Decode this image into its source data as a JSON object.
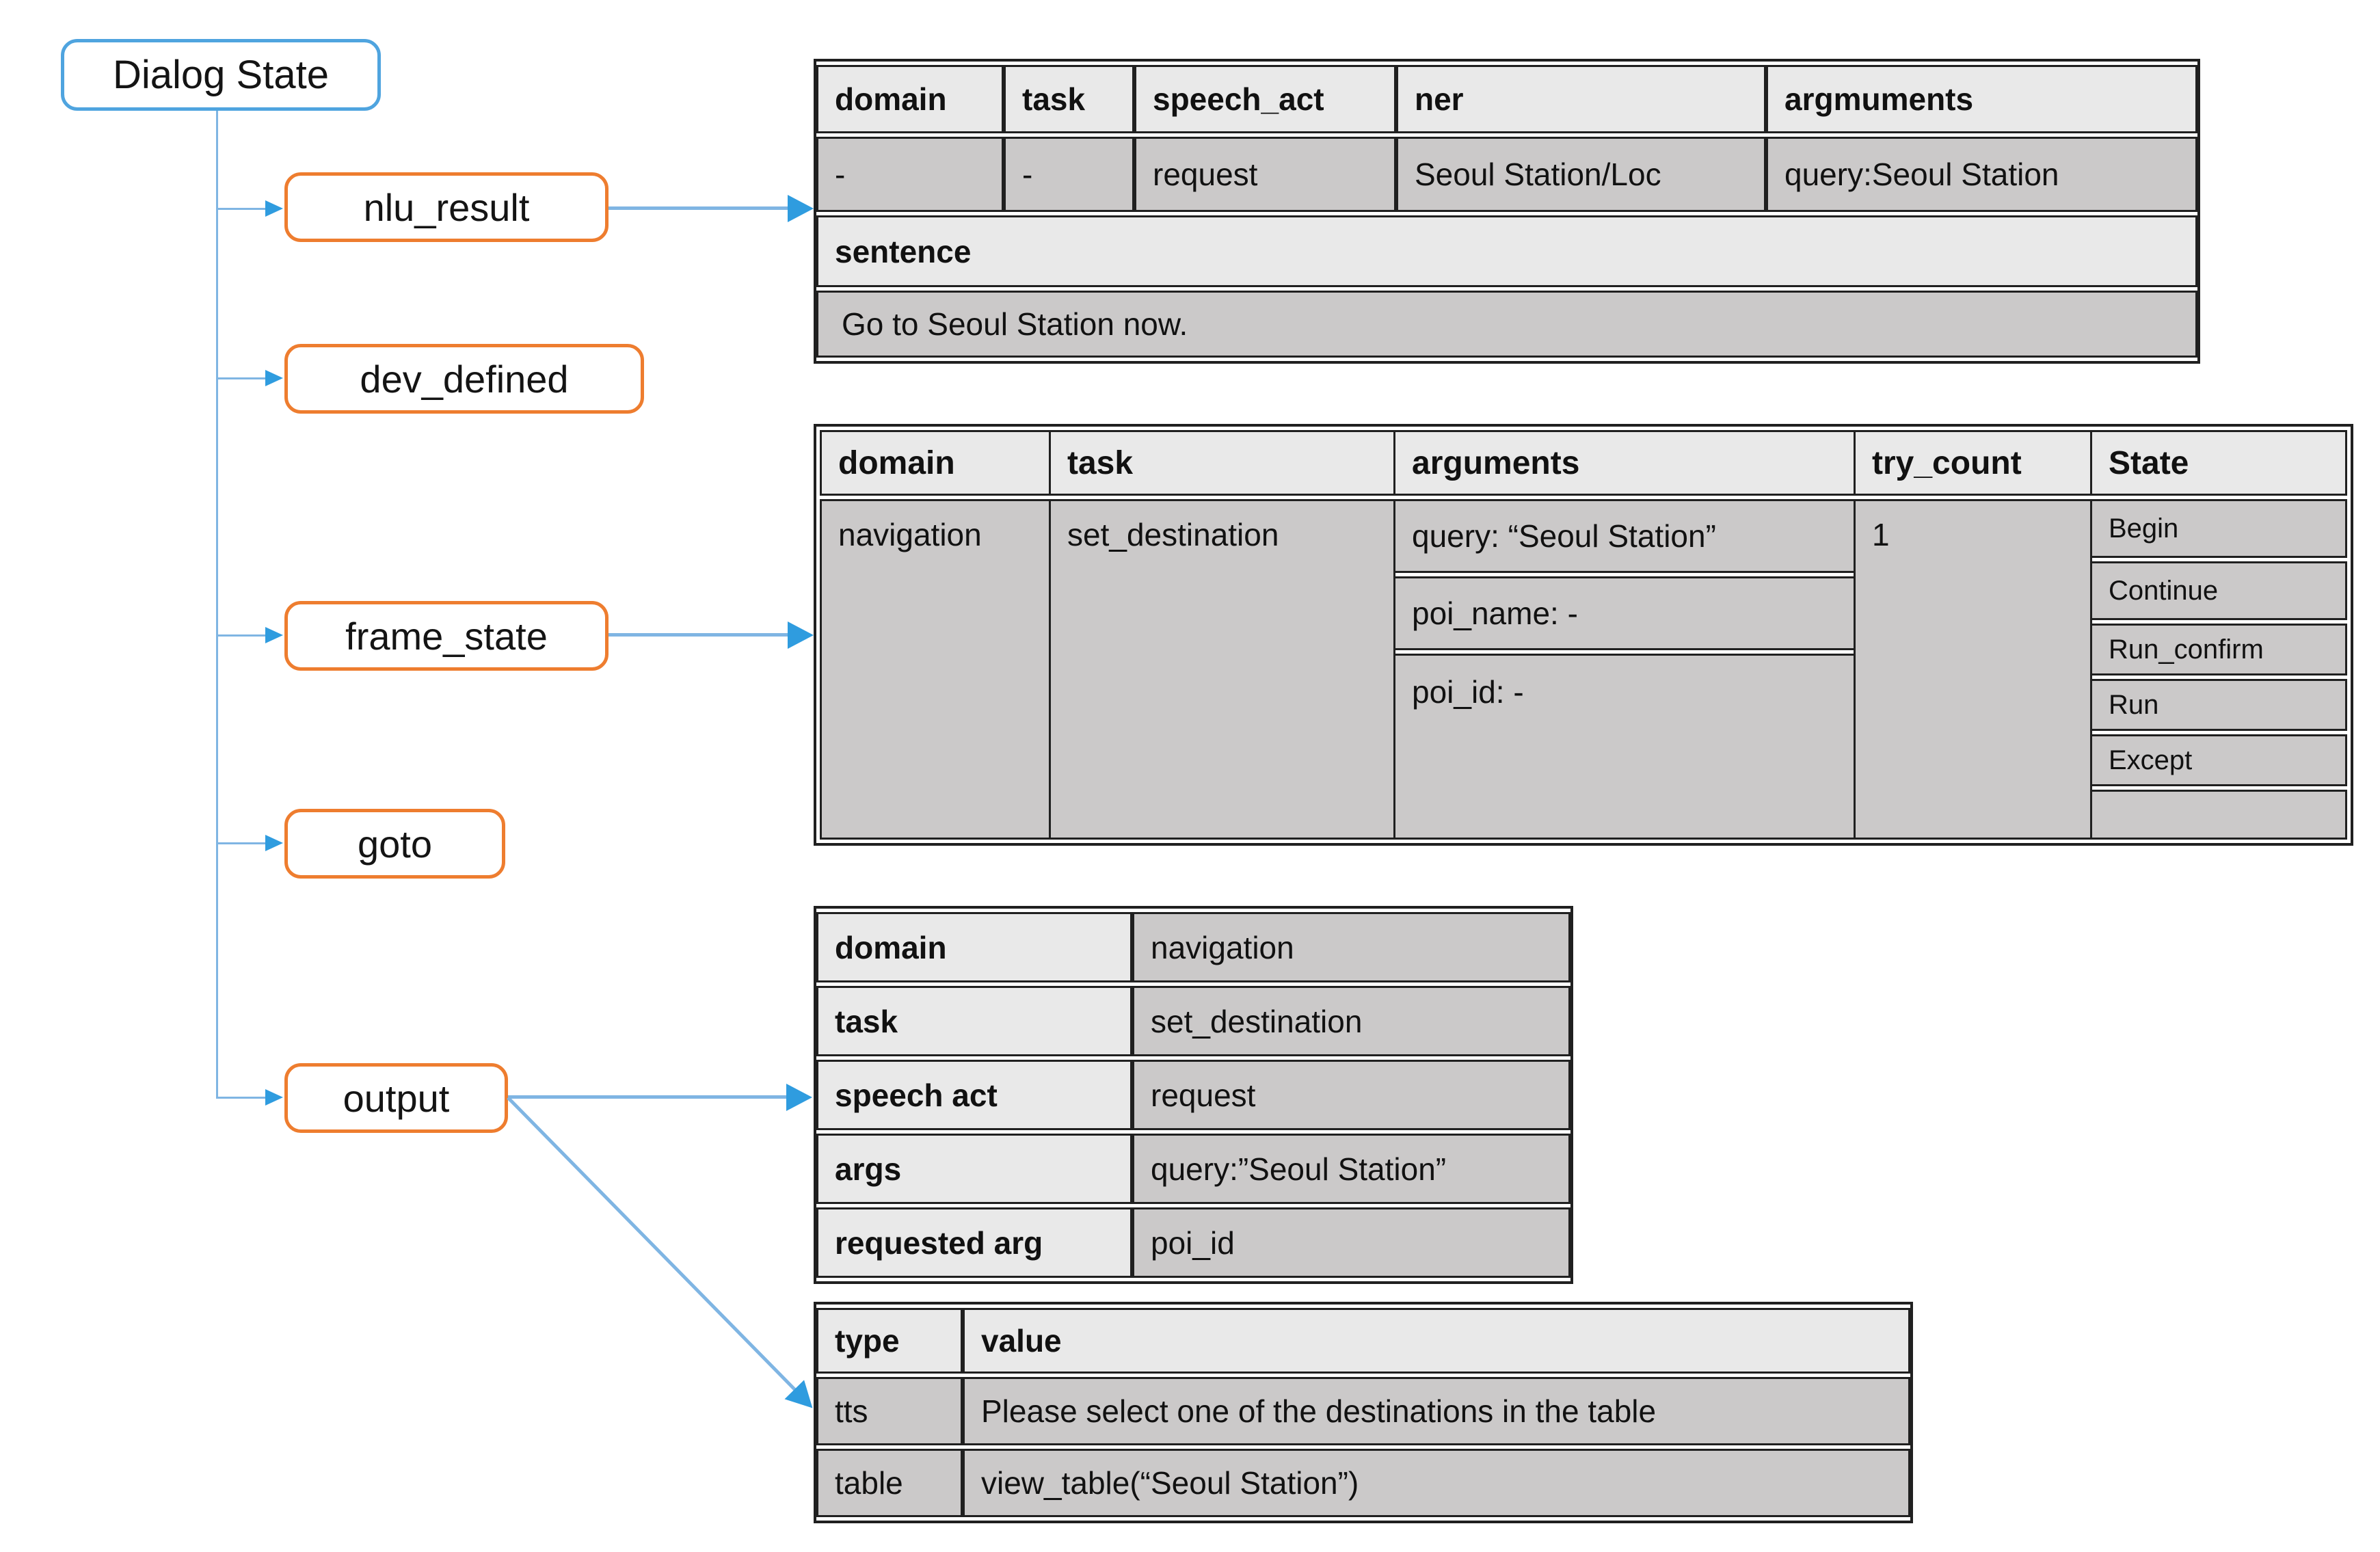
{
  "root": {
    "label": "Dialog State"
  },
  "nodes": [
    {
      "id": "nlu_result",
      "label": "nlu_result"
    },
    {
      "id": "dev_defined",
      "label": "dev_defined"
    },
    {
      "id": "frame_state",
      "label": "frame_state"
    },
    {
      "id": "goto",
      "label": "goto"
    },
    {
      "id": "output",
      "label": "output"
    }
  ],
  "nlu_table": {
    "headers": [
      "domain",
      "task",
      "speech_act",
      "ner",
      "argmuments"
    ],
    "row": [
      "-",
      "-",
      "request",
      "Seoul Station/Loc",
      "query:Seoul Station"
    ],
    "sentence_label": "sentence",
    "sentence_value": "Go to Seoul Station now."
  },
  "frame_table": {
    "headers": [
      "domain",
      "task",
      "arguments",
      "try_count",
      "State"
    ],
    "domain": "navigation",
    "task": "set_destination",
    "arguments": [
      "query: “Seoul Station”",
      "poi_name: -",
      "poi_id: -"
    ],
    "try_count": "1",
    "states": [
      "Begin",
      "Continue",
      "Run_confirm",
      "Run",
      "Except"
    ]
  },
  "output_table": {
    "rows": [
      {
        "label": "domain",
        "value": "navigation"
      },
      {
        "label": "task",
        "value": "set_destination"
      },
      {
        "label": "speech act",
        "value": "request"
      },
      {
        "label": "args",
        "value": "query:”Seoul Station”"
      },
      {
        "label": "requested arg",
        "value": "poi_id"
      }
    ]
  },
  "result_table": {
    "headers": [
      "type",
      "value"
    ],
    "rows": [
      {
        "type": "tts",
        "value": "Please select one of the destinations in the table"
      },
      {
        "type": "table",
        "value": "view_table(“Seoul Station”)"
      }
    ]
  },
  "colors": {
    "node_border": "#EE7D2F",
    "root_border": "#4FA4DF",
    "connector_line": "#7FB5E3",
    "arrowhead": "#2F9CDF",
    "header_bg": "#E9E9E9",
    "cell_bg": "#CBC9C9",
    "table_border": "#202020"
  }
}
